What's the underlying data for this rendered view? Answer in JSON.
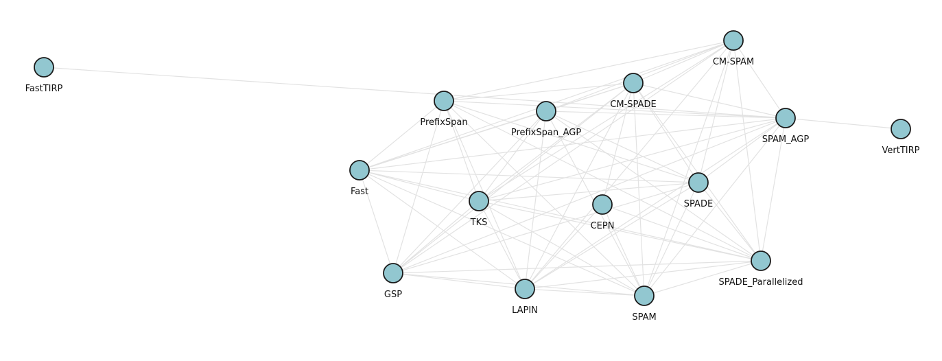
{
  "graph": {
    "node_color": "#92c7d0",
    "node_stroke": "#1a1a1a",
    "edge_color": "#e2e2e2",
    "nodes": [
      {
        "id": "FastTIRP",
        "label": "FastTIRP"
      },
      {
        "id": "PrefixSpan",
        "label": "PrefixSpan"
      },
      {
        "id": "PrefixSpan_AGP",
        "label": "PrefixSpan_AGP"
      },
      {
        "id": "CM-SPADE",
        "label": "CM-SPADE"
      },
      {
        "id": "CM-SPAM",
        "label": "CM-SPAM"
      },
      {
        "id": "SPAM_AGP",
        "label": "SPAM_AGP"
      },
      {
        "id": "VertTIRP",
        "label": "VertTIRP"
      },
      {
        "id": "Fast",
        "label": "Fast"
      },
      {
        "id": "TKS",
        "label": "TKS"
      },
      {
        "id": "CEPN",
        "label": "CEPN"
      },
      {
        "id": "SPADE",
        "label": "SPADE"
      },
      {
        "id": "GSP",
        "label": "GSP"
      },
      {
        "id": "LAPIN",
        "label": "LAPIN"
      },
      {
        "id": "SPAM",
        "label": "SPAM"
      },
      {
        "id": "SPADE_Parallelized",
        "label": "SPADE_Parallelized"
      }
    ],
    "edges": [
      [
        "FastTIRP",
        "SPAM_AGP"
      ],
      [
        "SPAM_AGP",
        "VertTIRP"
      ],
      [
        "PrefixSpan",
        "CM-SPAM"
      ],
      [
        "PrefixSpan",
        "CM-SPADE"
      ],
      [
        "PrefixSpan",
        "SPAM_AGP"
      ],
      [
        "PrefixSpan",
        "Fast"
      ],
      [
        "PrefixSpan",
        "TKS"
      ],
      [
        "PrefixSpan",
        "GSP"
      ],
      [
        "PrefixSpan",
        "LAPIN"
      ],
      [
        "PrefixSpan",
        "SPADE"
      ],
      [
        "PrefixSpan",
        "SPAM"
      ],
      [
        "PrefixSpan",
        "SPADE_Parallelized"
      ],
      [
        "PrefixSpan_AGP",
        "CM-SPAM"
      ],
      [
        "PrefixSpan_AGP",
        "CM-SPADE"
      ],
      [
        "PrefixSpan_AGP",
        "SPAM_AGP"
      ],
      [
        "PrefixSpan_AGP",
        "Fast"
      ],
      [
        "PrefixSpan_AGP",
        "TKS"
      ],
      [
        "PrefixSpan_AGP",
        "GSP"
      ],
      [
        "PrefixSpan_AGP",
        "LAPIN"
      ],
      [
        "PrefixSpan_AGP",
        "SPADE"
      ],
      [
        "PrefixSpan_AGP",
        "SPAM"
      ],
      [
        "PrefixSpan_AGP",
        "SPADE_Parallelized"
      ],
      [
        "CM-SPADE",
        "CM-SPAM"
      ],
      [
        "CM-SPADE",
        "SPAM_AGP"
      ],
      [
        "CM-SPADE",
        "Fast"
      ],
      [
        "CM-SPADE",
        "TKS"
      ],
      [
        "CM-SPADE",
        "GSP"
      ],
      [
        "CM-SPADE",
        "LAPIN"
      ],
      [
        "CM-SPADE",
        "SPADE"
      ],
      [
        "CM-SPADE",
        "SPAM"
      ],
      [
        "CM-SPADE",
        "CEPN"
      ],
      [
        "CM-SPADE",
        "SPADE_Parallelized"
      ],
      [
        "CM-SPAM",
        "SPAM_AGP"
      ],
      [
        "CM-SPAM",
        "Fast"
      ],
      [
        "CM-SPAM",
        "TKS"
      ],
      [
        "CM-SPAM",
        "GSP"
      ],
      [
        "CM-SPAM",
        "LAPIN"
      ],
      [
        "CM-SPAM",
        "SPADE"
      ],
      [
        "CM-SPAM",
        "SPAM"
      ],
      [
        "CM-SPAM",
        "SPADE_Parallelized"
      ],
      [
        "SPAM_AGP",
        "Fast"
      ],
      [
        "SPAM_AGP",
        "TKS"
      ],
      [
        "SPAM_AGP",
        "GSP"
      ],
      [
        "SPAM_AGP",
        "LAPIN"
      ],
      [
        "SPAM_AGP",
        "SPADE"
      ],
      [
        "SPAM_AGP",
        "SPAM"
      ],
      [
        "SPAM_AGP",
        "SPADE_Parallelized"
      ],
      [
        "Fast",
        "TKS"
      ],
      [
        "Fast",
        "GSP"
      ],
      [
        "Fast",
        "LAPIN"
      ],
      [
        "Fast",
        "SPADE"
      ],
      [
        "Fast",
        "SPAM"
      ],
      [
        "Fast",
        "SPADE_Parallelized"
      ],
      [
        "TKS",
        "GSP"
      ],
      [
        "TKS",
        "LAPIN"
      ],
      [
        "TKS",
        "SPADE"
      ],
      [
        "TKS",
        "SPAM"
      ],
      [
        "TKS",
        "SPADE_Parallelized"
      ],
      [
        "CEPN",
        "SPAM"
      ],
      [
        "CEPN",
        "SPADE_Parallelized"
      ],
      [
        "CEPN",
        "LAPIN"
      ],
      [
        "SPADE",
        "GSP"
      ],
      [
        "SPADE",
        "LAPIN"
      ],
      [
        "SPADE",
        "SPAM"
      ],
      [
        "SPADE",
        "SPADE_Parallelized"
      ],
      [
        "GSP",
        "LAPIN"
      ],
      [
        "GSP",
        "SPAM"
      ],
      [
        "GSP",
        "SPADE_Parallelized"
      ],
      [
        "LAPIN",
        "SPAM"
      ],
      [
        "LAPIN",
        "SPADE_Parallelized"
      ],
      [
        "SPAM",
        "SPADE_Parallelized"
      ]
    ]
  }
}
